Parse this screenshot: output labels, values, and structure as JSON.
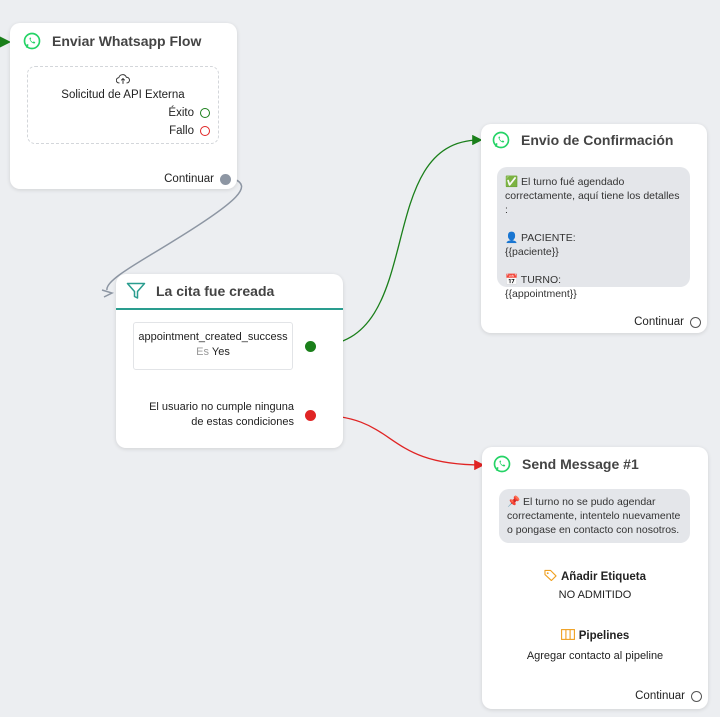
{
  "canvas": {
    "background": "#eceef1"
  },
  "colors": {
    "whatsapp": "#25d366",
    "success": "#1a7f1a",
    "error": "#e02424",
    "teal": "#2a9d8f",
    "pipelineIcon": "#f0a020"
  },
  "node_whatsapp_flow": {
    "title": "Enviar Whatsapp Flow",
    "api_label": "Solicitud de API Externa",
    "success_label": "Éxito",
    "fail_label": "Fallo",
    "continue_label": "Continuar"
  },
  "node_condition": {
    "title": "La cita fue creada",
    "condition_field": "appointment_created_success",
    "condition_op": "Es",
    "condition_value": "Yes",
    "fallback_label": "El usuario no cumple ninguna de estas condiciones"
  },
  "node_confirm": {
    "title": "Envio de Confirmación",
    "line1": "✅ El turno fué agendado correctamente, aquí tiene los detalles :",
    "line2": "👤 PACIENTE:",
    "line3": "{{paciente}}",
    "line4": "📅 TURNO:",
    "line5": "{{appointment}}",
    "continue_label": "Continuar"
  },
  "node_send": {
    "title": "Send Message #1",
    "message": "📌 El turno no se pudo agendar correctamente, intentelo nuevamente o pongase en contacto con nosotros.",
    "tag_title": "Añadir Etiqueta",
    "tag_value": "NO ADMITIDO",
    "pipeline_title": "Pipelines",
    "pipeline_value": "Agregar contacto al pipeline",
    "continue_label": "Continuar"
  }
}
